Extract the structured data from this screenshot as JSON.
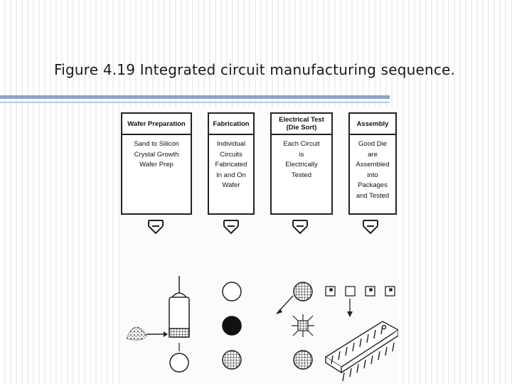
{
  "slide": {
    "title": "Figure 4.19 Integrated circuit manufacturing sequence."
  },
  "stages": [
    {
      "header": "Wafer Preparation",
      "body": "Sand to Silicon\nCrystal Growth\nWafer Prep"
    },
    {
      "header": "Fabrication",
      "body": "Individual\nCircuits\nFabricated\nIn and On\nWafer"
    },
    {
      "header": "Electrical Test\n(Die Sort)",
      "body": "Each Circuit\nis\nElectrically\nTested"
    },
    {
      "header": "Assembly",
      "body": "Good Die\nare\nAssembled\ninto\nPackages\nand Tested"
    }
  ],
  "colors": {
    "accent_rule": "#8ea2c4",
    "ink": "#111111"
  }
}
